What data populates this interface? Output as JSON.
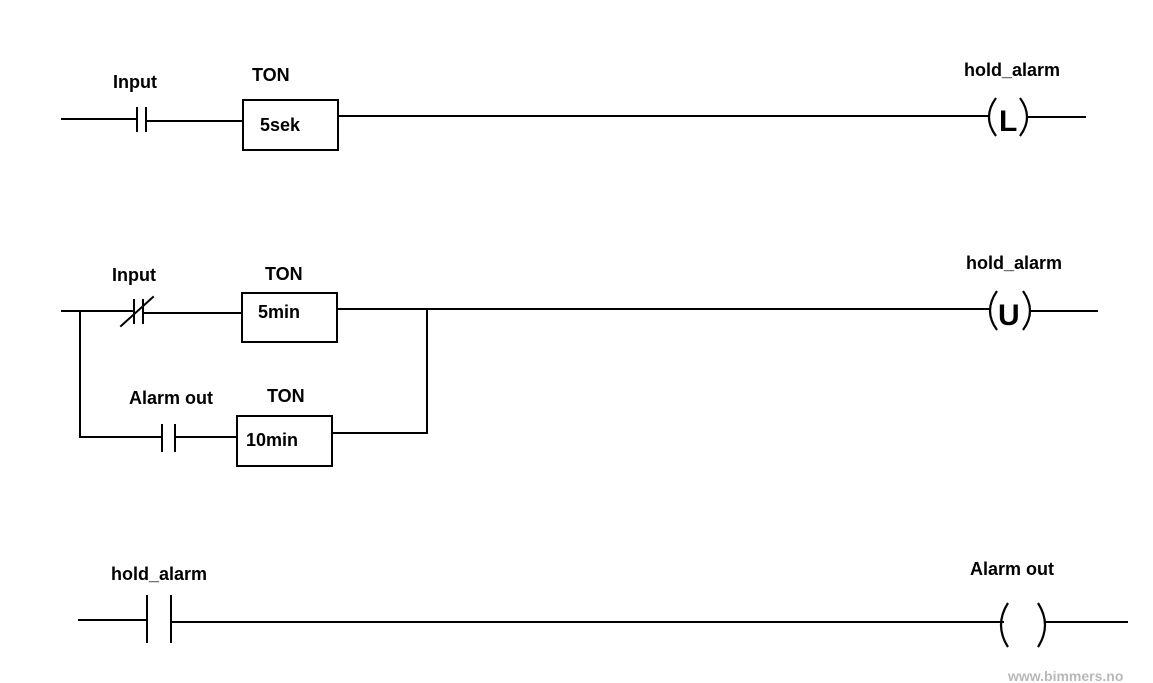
{
  "rungs": [
    {
      "contact_label": "Input",
      "timer_type": "TON",
      "timer_preset": "5sek",
      "coil_label": "hold_alarm",
      "coil_letter": "L"
    },
    {
      "contact_label": "Input",
      "timer_type": "TON",
      "timer_preset": "5min",
      "branch_contact_label": "Alarm out",
      "branch_timer_type": "TON",
      "branch_timer_preset": "10min",
      "coil_label": "hold_alarm",
      "coil_letter": "U"
    },
    {
      "contact_label": "hold_alarm",
      "coil_label": "Alarm out"
    }
  ],
  "footer": "www.bimmers.no"
}
